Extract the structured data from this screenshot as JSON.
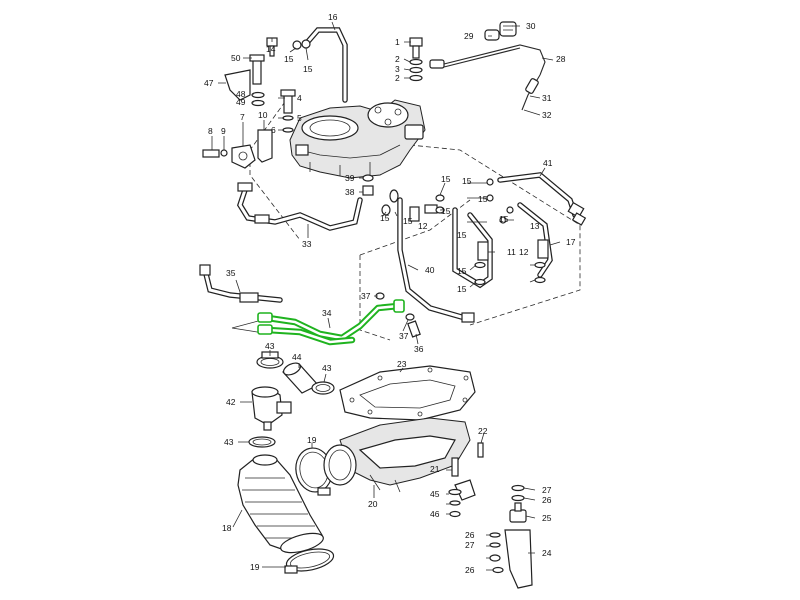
{
  "diagram": {
    "highlight_color": "#1fb31f",
    "labels": {
      "p1": "1",
      "p2a": "2",
      "p3": "3",
      "p2b": "2",
      "p4": "4",
      "p5": "5",
      "p6": "6",
      "p7": "7",
      "p8": "8",
      "p9": "9",
      "p10": "10",
      "p11": "11",
      "p12a": "12",
      "p12b": "12",
      "p13": "13",
      "p14": "14",
      "p15a": "15",
      "p15b": "15",
      "p15c": "15",
      "p15d": "15",
      "p15e": "15",
      "p15f": "15",
      "p15g": "15",
      "p15h": "15",
      "p15i": "15",
      "p15j": "15",
      "p15k": "15",
      "p15l": "15",
      "p16": "16",
      "p17": "17",
      "p18": "18",
      "p19a": "19",
      "p19b": "19",
      "p20": "20",
      "p21": "21",
      "p22": "22",
      "p23": "23",
      "p24": "24",
      "p25": "25",
      "p26a": "26",
      "p26b": "26",
      "p26c": "26",
      "p27a": "27",
      "p27b": "27",
      "p28": "28",
      "p29": "29",
      "p30": "30",
      "p31": "31",
      "p32": "32",
      "p33": "33",
      "p34": "34",
      "p35": "35",
      "p36": "36",
      "p37a": "37",
      "p37b": "37",
      "p38": "38",
      "p39": "39",
      "p40": "40",
      "p41": "41",
      "p42": "42",
      "p43a": "43",
      "p43b": "43",
      "p43c": "43",
      "p44": "44",
      "p45": "45",
      "p46": "46",
      "p47": "47",
      "p48": "48",
      "p49": "49",
      "p50": "50"
    }
  }
}
